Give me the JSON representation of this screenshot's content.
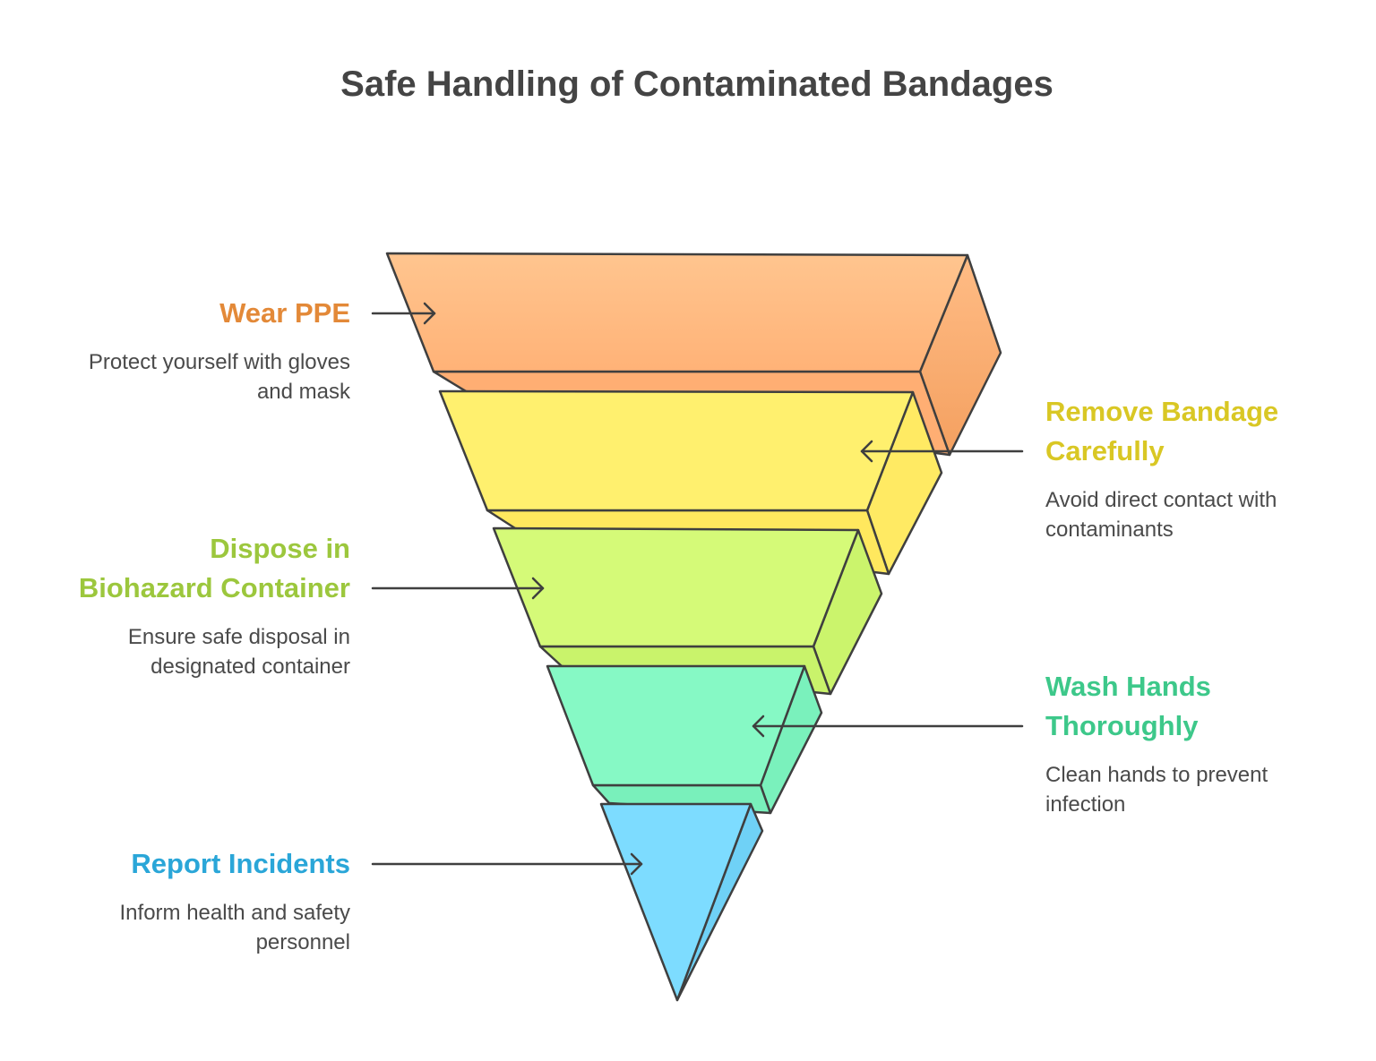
{
  "title": "Safe Handling of Contaminated Bandages",
  "steps": [
    {
      "heading": "Wear PPE",
      "description_line1": "Protect yourself with gloves",
      "description_line2": "and mask",
      "color": "#E38938",
      "fill": "#FFBE8C",
      "side_fill": "#F9A46B"
    },
    {
      "heading_line1": "Remove Bandage",
      "heading_line2": "Carefully",
      "description_line1": "Avoid direct contact with",
      "description_line2": "contaminants",
      "color": "#D9C724",
      "fill": "#FFF06E",
      "side_fill": "#FFE860"
    },
    {
      "heading_line1": "Dispose in",
      "heading_line2": "Biohazard Container",
      "description_line1": "Ensure safe disposal in",
      "description_line2": "designated container",
      "color": "#9CC73D",
      "fill": "#D5FA78",
      "side_fill": "#C8F26A"
    },
    {
      "heading_line1": "Wash Hands",
      "heading_line2": "Thoroughly",
      "description_line1": "Clean hands to prevent",
      "description_line2": "infection",
      "color": "#3DC88A",
      "fill": "#86F9C5",
      "side_fill": "#78F0BA"
    },
    {
      "heading": "Report Incidents",
      "description_line1": "Inform health and safety",
      "description_line2": "personnel",
      "color": "#2AA6D8",
      "fill": "#7DDCFF",
      "side_fill": "#6ED0F5"
    }
  ]
}
